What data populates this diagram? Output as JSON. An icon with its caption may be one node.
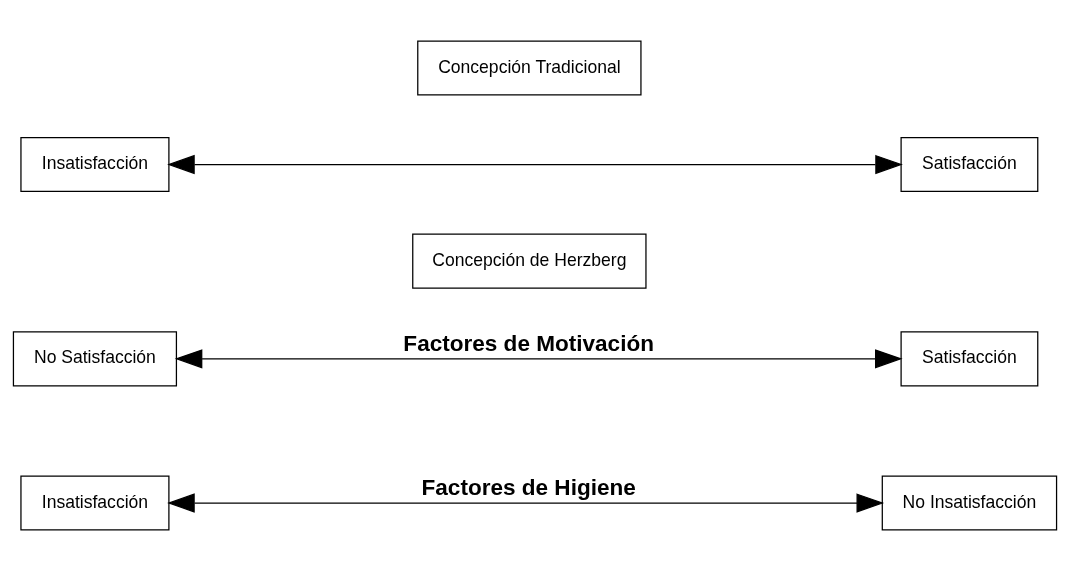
{
  "diagram": {
    "nodes": [
      {
        "text": [
          "Insatisfacción"
        ]
      },
      {
        "text": [
          "Satisfacción"
        ]
      },
      {
        "text": [
          "Concepción Tradicional"
        ]
      },
      {
        "text": [
          "No Satisfacción"
        ]
      },
      {
        "text": [
          "Satisfacción"
        ]
      },
      {
        "text": [
          "Concepción de Herzberg"
        ]
      },
      {
        "text": [
          "Insatisfacción"
        ]
      },
      {
        "text": [
          "No Insatisfacción"
        ]
      }
    ],
    "edges": [
      {
        "from": 0,
        "to": 1,
        "arrow": "both"
      },
      {
        "from": 3,
        "to": 4,
        "arrow": "both",
        "label": "Factores de Motivación"
      },
      {
        "from": 6,
        "to": 7,
        "arrow": "both",
        "label": "Factores de Higiene"
      }
    ]
  }
}
